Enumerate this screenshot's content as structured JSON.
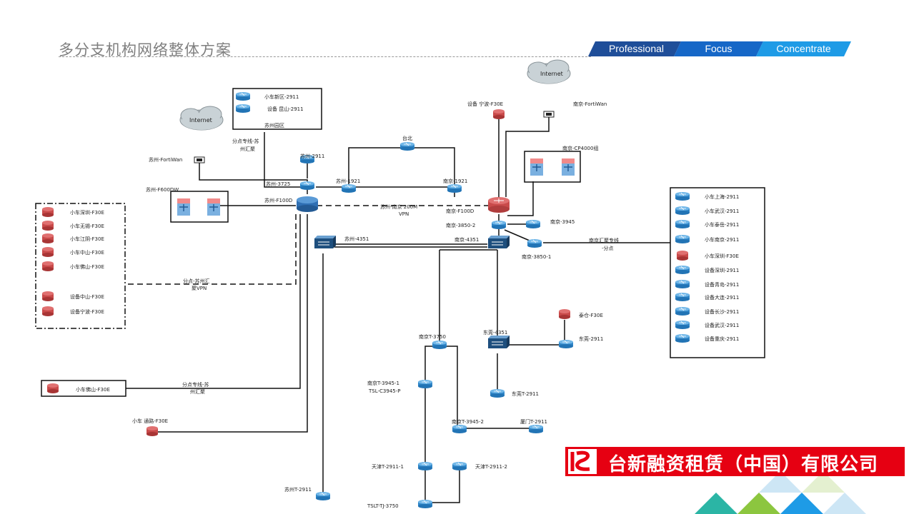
{
  "header": {
    "title": "多分支机构网络整体方案",
    "tabs": [
      "Professional",
      "Focus",
      "Concentrate"
    ]
  },
  "brand": {
    "company": "台新融资租赁（中国）有限公司"
  },
  "colors": {
    "tab_dark": "#1f4e99",
    "tab_mid": "#1667c7",
    "tab_light": "#1e9be6",
    "brand_red": "#e60012",
    "router_red": "#c94a4a"
  },
  "clouds": {
    "internet_left": "Internet",
    "internet_right": "Internet"
  },
  "labels": {
    "suzhou_fortiwan": "苏州-FortiWan",
    "suzhou_f600dw": "苏州-F600DW",
    "suzhou_3725": "苏州-3725",
    "suzhou_f100d": "苏州-F100D",
    "suzhou_2911": "苏州-2911",
    "suzhou_1921": "苏州-1921",
    "suzhou_4351": "苏州-4351",
    "suzhou_t_2911": "苏州T-2911",
    "taibei": "台北",
    "nanjing_1921": "南京-1921",
    "nanjing_f100d": "南京-F100D",
    "nanjing_3850_2": "南京-3850-2",
    "nanjing_4351": "南京-4351",
    "nanjing_3850_1": "南京-3850-1",
    "nanjing_3945": "南京-3945",
    "nanjing_fortiwan": "南京-FortiWan",
    "nanjing_cp4000": "南京-CP4000组",
    "shebei_ningbo_top": "设备 宁波-F30E",
    "vpn_200m_1": "苏州-南京 200M",
    "vpn_200m_2": "VPN",
    "suzhou_yuanqu": "苏州园区",
    "xiaoche_xinqu": "小车新区-2911",
    "shebei_kunshan": "设备 昆山-2911",
    "fendian_zhuanxian_1": "分点专线-苏",
    "fendian_zhuanxian_2": "州汇聚",
    "fendian_vpn_1": "分点-苏州汇",
    "fendian_vpn_2": "聚VPN",
    "fendian_foshan_1": "分点专线-苏",
    "fendian_foshan_2": "州汇聚",
    "nanjing_huiju_1": "南京汇聚专线",
    "nanjing_huiju_2": "-分点",
    "nanjing_t_3750": "南京T-3750",
    "nanjing_t_3945_1a": "南京T-3945-1",
    "nanjing_t_3945_1b": "TSL-C3945-P",
    "nanjing_t_3945_2": "南京T-3945-2",
    "xiamen_t_2911": "厦门T-2911",
    "tianjin_t_2911_1": "天津T-2911-1",
    "tianjin_t_2911_2": "天津T-2911-2",
    "tsl_t_tj_3750": "TSLT-TJ-3750",
    "dongguan_4351": "东莞-4351",
    "dongguan_t_2911": "东莞T-2911",
    "dongguan_2911": "东莞-2911",
    "taicang_f30e": "泰仓-F30E",
    "xiaoche_tonglu": "小车 通路-F30E",
    "xiaoche_foshan_single": "小车佛山-F30E"
  },
  "left_branch_list": [
    "小车深圳-F30E",
    "小车无锡-F30E",
    "小车江阴-F30E",
    "小车中山-F30E",
    "小车佛山-F30E",
    "设备中山-F30E",
    "设备宁波-F30E"
  ],
  "right_branch_list": [
    "小车上海-2911",
    "小车武汉-2911",
    "小车泰岳-2911",
    "小车南京-2911",
    "小车深圳-F30E",
    "设备深圳-2911",
    "设备青岛-2911",
    "设备大连-2911",
    "设备长沙-2911",
    "设备武汉-2911",
    "设备重庆-2911"
  ],
  "icons": [
    "cloud-icon",
    "router-icon",
    "firewall-icon",
    "switch-icon",
    "layer3-switch-icon"
  ]
}
